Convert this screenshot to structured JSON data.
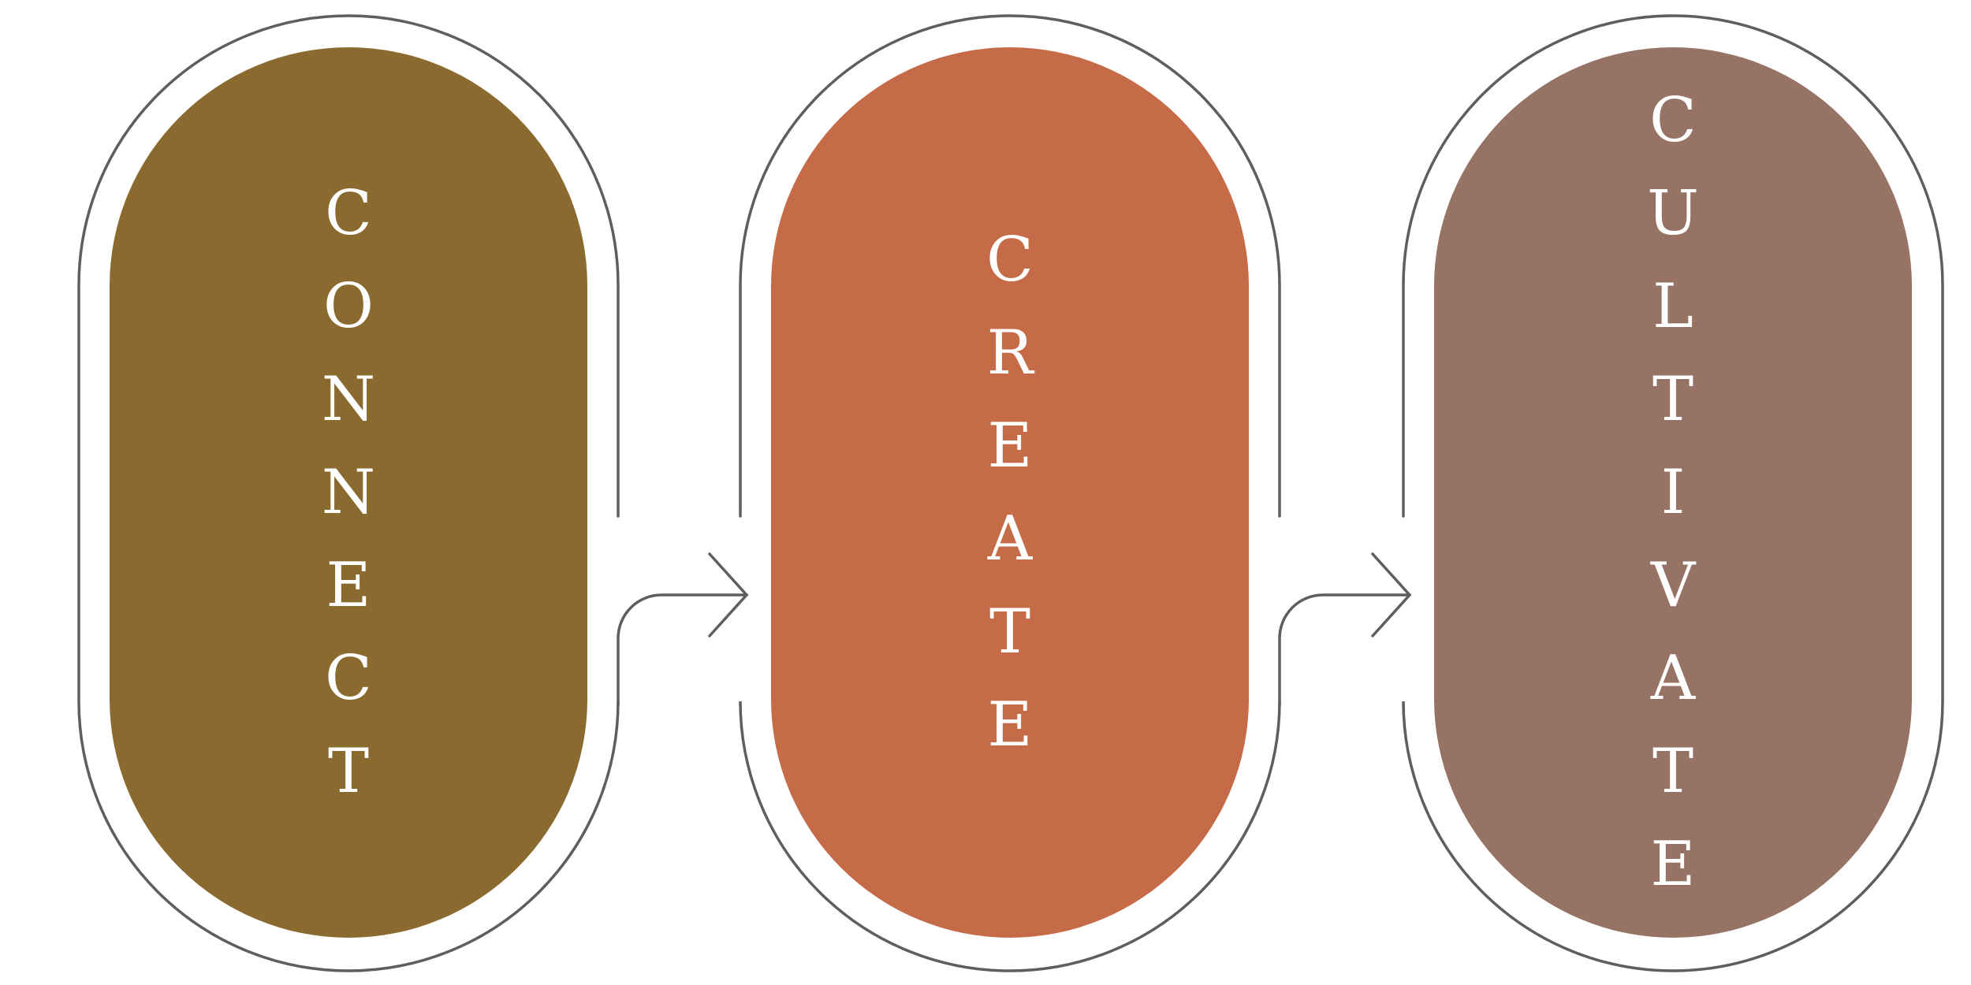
{
  "steps": [
    {
      "word": "CONNECT",
      "color": "#8a6a2e"
    },
    {
      "word": "CREATE",
      "color": "#c66b47"
    },
    {
      "word": "CULTIVATE",
      "color": "#977365"
    }
  ],
  "outline_color": "#5f5e5a"
}
